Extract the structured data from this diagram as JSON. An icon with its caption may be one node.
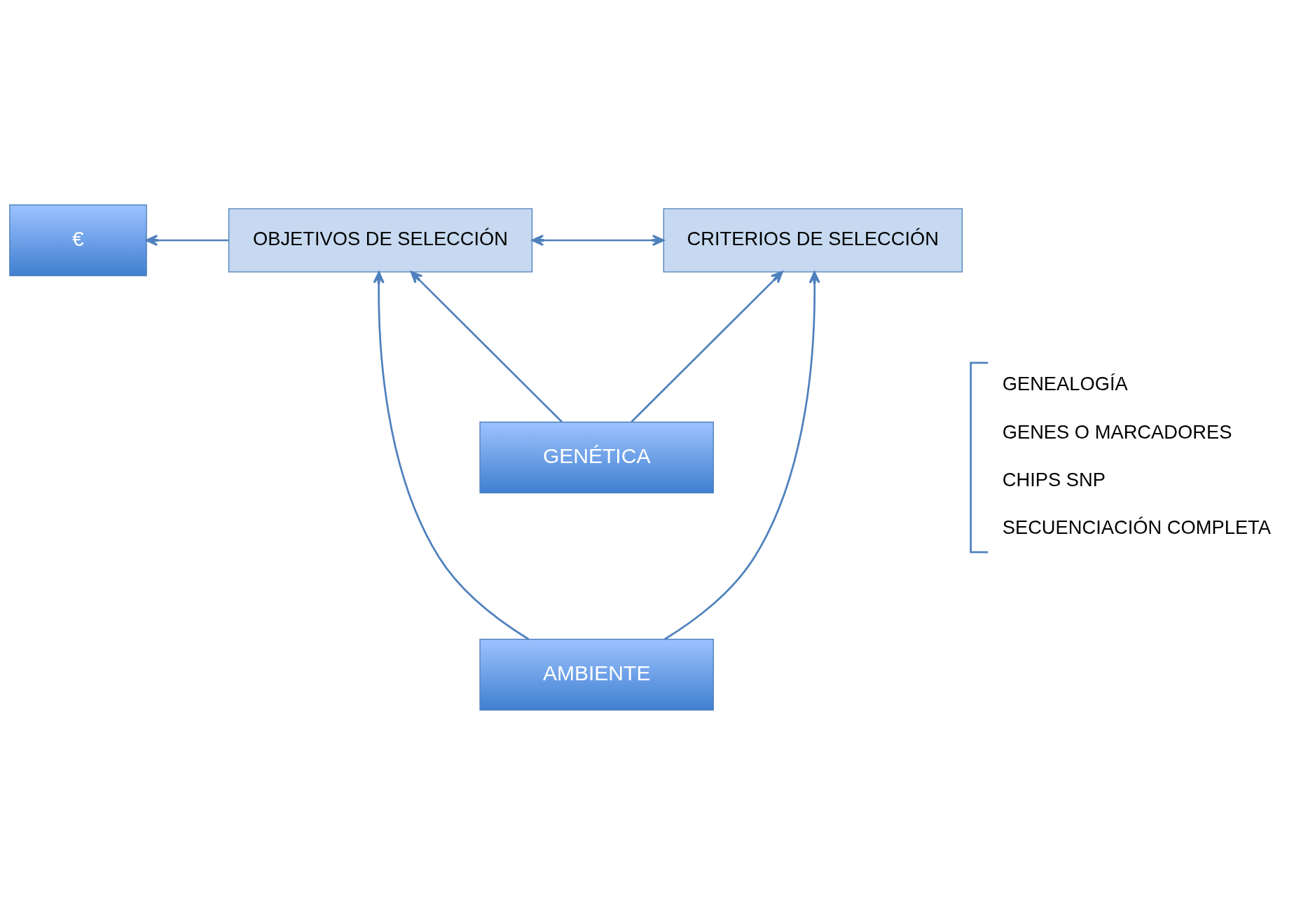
{
  "diagram": {
    "nodes": [
      {
        "text": [
          "€"
        ]
      },
      {
        "text": [
          "OBJETIVOS DE SELECCIÓN"
        ]
      },
      {
        "text": [
          "CRITERIOS DE SELECCIÓN"
        ]
      },
      {
        "text": [
          "GENÉTICA"
        ]
      },
      {
        "text": [
          "AMBIENTE"
        ]
      }
    ],
    "edges": [
      {
        "from": 1,
        "to": 0,
        "arrow": "to"
      },
      {
        "from": 1,
        "to": 2,
        "arrow": "both"
      },
      {
        "from": 4,
        "to": 1,
        "arrow": "to"
      },
      {
        "from": 3,
        "to": 1,
        "arrow": "to"
      },
      {
        "from": 4,
        "to": 2,
        "arrow": "to"
      },
      {
        "from": 3,
        "to": 2,
        "arrow": "to"
      }
    ],
    "labels": [
      "GENEALOGÍA",
      "GENES O MARCADORES",
      "CHIPS SNP",
      "SECUENCIACIÓN COMPLETA"
    ]
  }
}
